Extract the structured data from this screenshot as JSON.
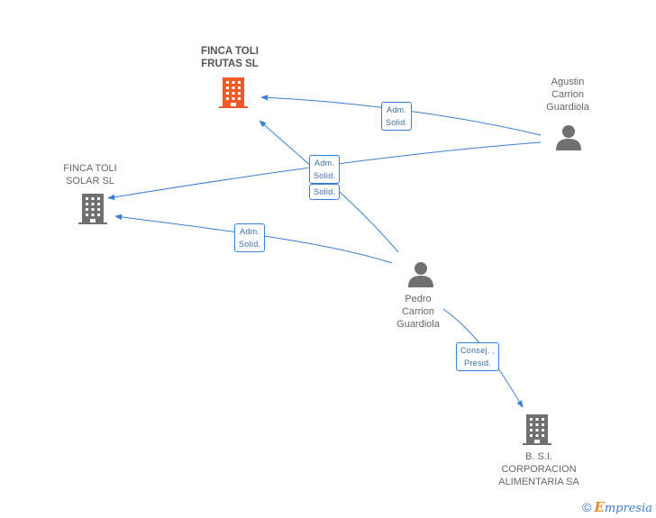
{
  "nodes": {
    "finca_toli_frutas": {
      "name": "FINCA TOLI\nFRUTAS SL",
      "kind": "company",
      "highlight": true,
      "icon": "building-icon"
    },
    "finca_toli_solar": {
      "name": "FINCA TOLI\nSOLAR SL",
      "kind": "company",
      "icon": "building-icon"
    },
    "agustin": {
      "name": "Agustin\nCarrion\nGuardiola",
      "kind": "person",
      "icon": "person-icon"
    },
    "pedro": {
      "name": "Pedro\nCarrion\nGuardiola",
      "kind": "person",
      "icon": "person-icon"
    },
    "bsi": {
      "name": "B. S.I.\nCORPORACION\nALIMENTARIA SA",
      "kind": "company",
      "icon": "building-icon"
    }
  },
  "edges": [
    {
      "from": "agustin",
      "to": "finca_toli_frutas",
      "label": "Adm.\nSolid."
    },
    {
      "from": "agustin",
      "to": "finca_toli_solar",
      "label": "Adm.\nSolid."
    },
    {
      "from": "pedro",
      "to": "finca_toli_frutas",
      "label": "Solid."
    },
    {
      "from": "pedro",
      "to": "finca_toli_solar",
      "label": "Adm.\nSolid."
    },
    {
      "from": "pedro",
      "to": "bsi",
      "label": "Consej. ,\nPresid."
    }
  ],
  "colors": {
    "edge": "#3b7fd4",
    "highlight_company": "#f05a28",
    "company": "#707070",
    "person": "#707070"
  },
  "footer": {
    "copyright_symbol": "©",
    "brand_initial": "E",
    "brand_rest": "mpresia"
  }
}
